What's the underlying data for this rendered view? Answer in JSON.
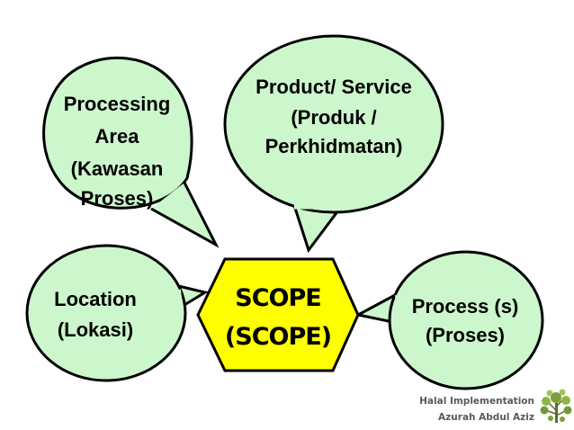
{
  "center": {
    "line1": "SCOPE",
    "line2": "(SCOPE)"
  },
  "bubbles": {
    "processing_area": [
      "Processing",
      "Area",
      "(Kawasan",
      "Proses)"
    ],
    "product_service": [
      "Product/ Service",
      "(Produk /",
      "Perkhidmatan)"
    ],
    "location": [
      "Location",
      "(Lokasi)"
    ],
    "process": [
      "Process (s)",
      "(Proses)"
    ]
  },
  "footer": {
    "line1": "Halal Implementation",
    "line2": "Azurah Abdul Aziz"
  },
  "colors": {
    "bubble_fill": "#ccf7cc",
    "center_fill": "#ffff00",
    "outline": "#000000"
  },
  "icons": {
    "logo": "tree-logo-icon"
  }
}
